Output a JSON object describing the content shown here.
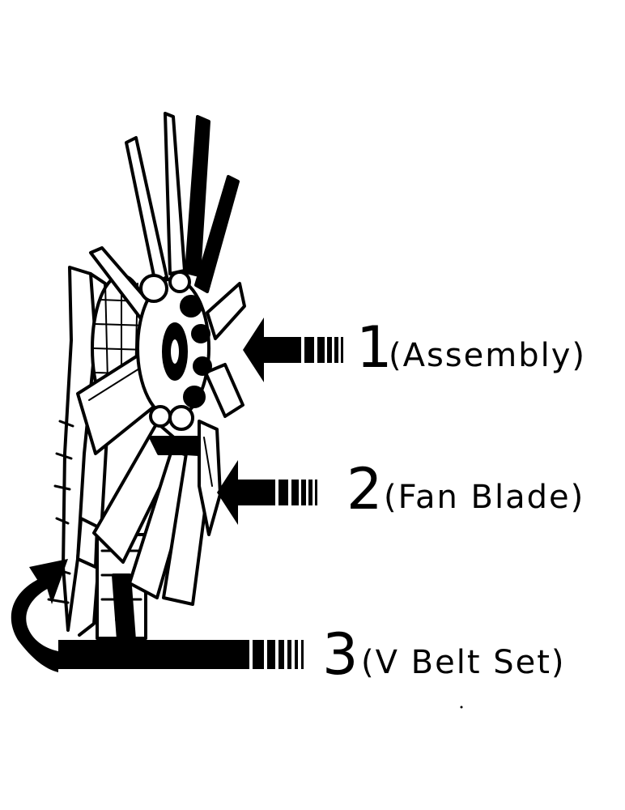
{
  "callouts": [
    {
      "number": "1",
      "text": "(Assembly)"
    },
    {
      "number": "2",
      "text": "(Fan Blade)"
    },
    {
      "number": "3",
      "text": "(V Belt Set)"
    }
  ],
  "colors": {
    "ink": "#000000",
    "paper": "#ffffff"
  }
}
